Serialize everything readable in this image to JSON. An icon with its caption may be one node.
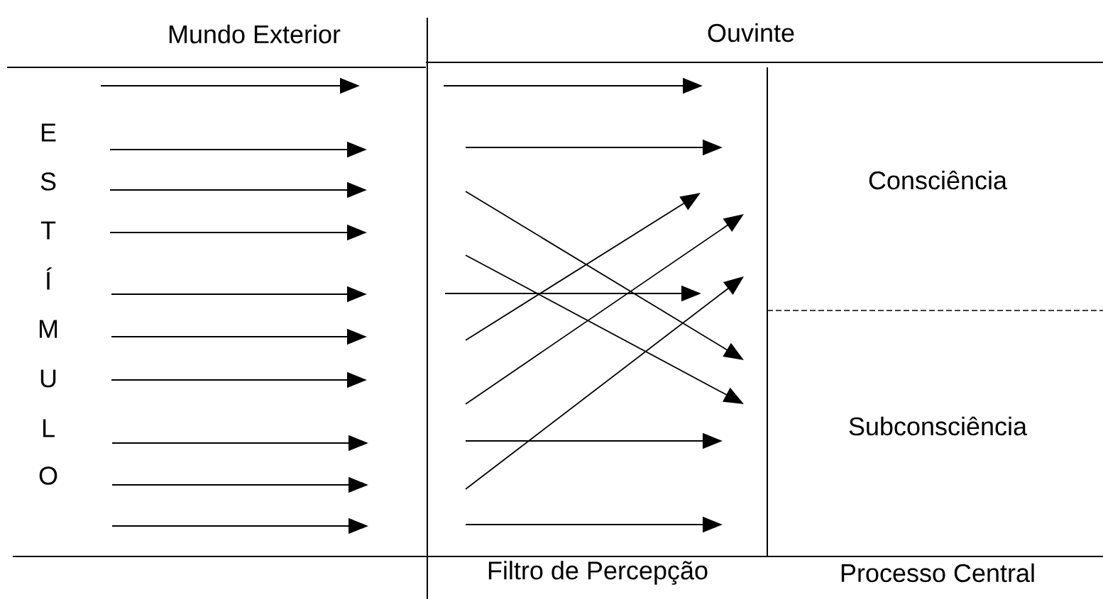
{
  "diagram": {
    "labels": [
      "Mundo Exterior",
      "Ouvinte",
      "E",
      "S",
      "T",
      "Í",
      "M",
      "U",
      "L",
      "O",
      "Consciência",
      "Subconsciência",
      "Filtro de Percepção",
      "Processo Central"
    ]
  }
}
